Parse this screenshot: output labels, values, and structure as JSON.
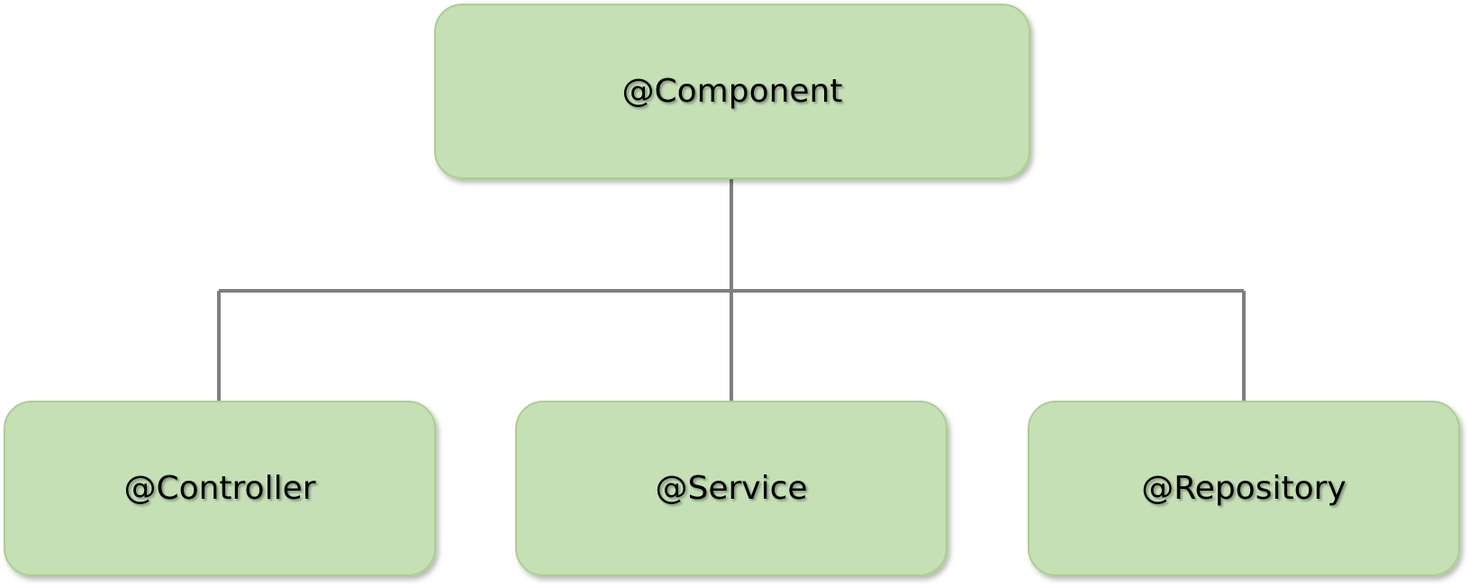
{
  "colors": {
    "node_fill": "#c5e0b4",
    "node_stroke": "#a9d08e",
    "connector": "#7f7f7f",
    "text": "#000000",
    "background": "#ffffff"
  },
  "root": {
    "label": "@Component"
  },
  "children": [
    {
      "label": "@Controller"
    },
    {
      "label": "@Service"
    },
    {
      "label": "@Repository"
    }
  ]
}
